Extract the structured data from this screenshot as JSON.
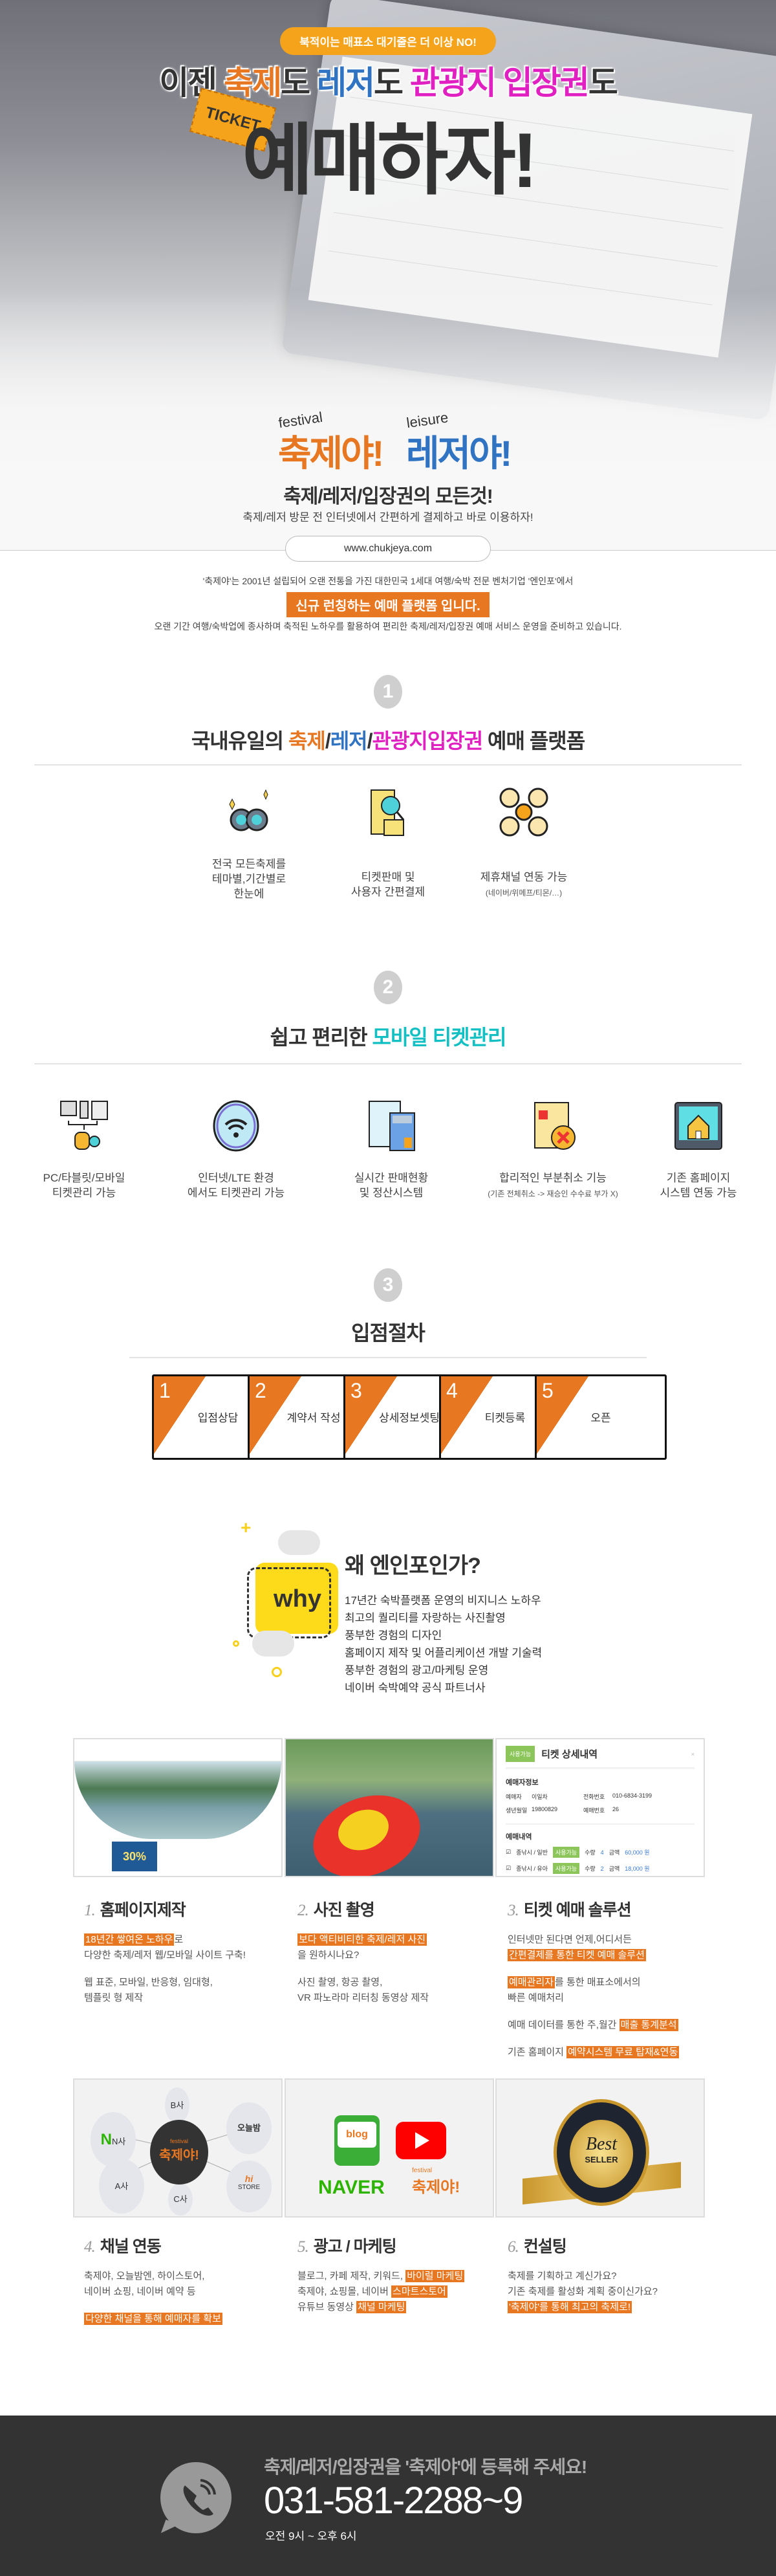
{
  "hero": {
    "pill": "북적이는 매표소 대기줄은 더 이상 NO!",
    "headline": {
      "p1": "이젠 ",
      "festival": "축제",
      "p2": "도 ",
      "leisure": "레저",
      "p3": "도 ",
      "tour": "관광지 입장권",
      "p4": "도"
    },
    "big": "예매하자!",
    "ticket_label": "TICKET",
    "logo_festival": {
      "small": "festival",
      "main": "축제야!"
    },
    "logo_leisure": {
      "small": "leisure",
      "main": "레저야!"
    },
    "title": "축제/레저/입장권의 모든것!",
    "subtitle": "축제/레저 방문 전 인터넷에서 간편하게 결제하고 바로 이용하자!",
    "url": "www.chukjeya.com"
  },
  "intro": {
    "line1": "'축제야'는 2001년 설립되어 오랜 전통을 가진 대한민국 1세대 여행/숙박 전문 벤처기업 '엔인포'에서",
    "banner": "신규 런칭하는 예매 플랫폼 입니다.",
    "line2": "오랜 기간 여행/숙박업에 종사하며 축적된 노하우를 활용하여 편리한 축제/레저/입장권 예매 서비스 운영을 준비하고 있습니다."
  },
  "section1": {
    "number": "1",
    "title": {
      "p1": "국내유일의 ",
      "festival": "축제",
      "s1": "/",
      "leisure": "레저",
      "s2": "/",
      "tour": "관광지입장권",
      "p2": " 예매 플랫폼"
    },
    "features": [
      {
        "icon": "binoculars-icon",
        "label": "전국 모든축제를\n테마별,기간별로\n한눈에"
      },
      {
        "icon": "receipt-search-icon",
        "label": "티켓판매 및\n사용자 간편결제"
      },
      {
        "icon": "network-channels-icon",
        "label": "제휴채널 연동 가능",
        "sub": "(네이버/위메프/티몬/…)"
      }
    ]
  },
  "section2": {
    "number": "2",
    "title": {
      "p1": "쉽고 편리한 ",
      "accent": "모바일 티켓관리"
    },
    "features": [
      {
        "icon": "devices-database-icon",
        "label": "PC/타블릿/모바일\n티켓관리 가능"
      },
      {
        "icon": "wifi-icon",
        "label": "인터넷/LTE 환경\n에서도 티켓관리 가능"
      },
      {
        "icon": "calculator-document-icon",
        "label": "실시간 판매현황\n및 정산시스템"
      },
      {
        "icon": "document-cancel-icon",
        "label": "합리적인 부분취소 기능",
        "sub": "(기존 전체취소 -> 재승인 수수료 부가 X)"
      },
      {
        "icon": "tablet-home-icon",
        "label": "기존 홈페이지\n시스템 연동 가능"
      }
    ]
  },
  "section3": {
    "number": "3",
    "title": "입점절차",
    "steps": [
      {
        "num": "1",
        "label": "입점상담"
      },
      {
        "num": "2",
        "label": "계약서 작성"
      },
      {
        "num": "3",
        "label": "상세정보셋팅"
      },
      {
        "num": "4",
        "label": "티켓등록"
      },
      {
        "num": "5",
        "label": "오픈"
      }
    ]
  },
  "why": {
    "badge": "why",
    "title": "왜 엔인포인가?",
    "items": [
      "17년간 숙박플랫폼 운영의 비지니스 노하우",
      "최고의 퀄리티를 자랑하는 사진촬영",
      "풍부한 경험의 디자인",
      "홈페이지 제작 및 어플리케이션 개발 기술력",
      "풍부한 경험의 광고/마케팅 운영",
      "네이버 숙박예약 공식 파트너사"
    ]
  },
  "ticket_detail": {
    "status": "사용가능",
    "title": "티켓 상세내역",
    "booker_heading": "예매자정보",
    "booker_label": "예매자",
    "booker": "이일차",
    "phone_label": "전화번호",
    "phone": "010-6834-3199",
    "birth_label": "생년월일",
    "birth": "19800829",
    "resv_label": "예매번호",
    "resv": "26",
    "list_heading": "예매내역",
    "items": [
      {
        "name": "종낚시 / 일반",
        "status": "사용가능",
        "qty_label": "수량",
        "qty": "4",
        "amt_label": "금액",
        "amount": "60,000 원"
      },
      {
        "name": "종낚시 / 유아",
        "status": "사용가능",
        "qty_label": "수량",
        "qty": "2",
        "amt_label": "금액",
        "amount": "18,000 원"
      }
    ]
  },
  "services": [
    {
      "num": "1.",
      "title": "홈페이지제작",
      "lines": [
        [
          "hl",
          "18년간 쌓여온 노하우"
        ],
        [
          "t",
          "로"
        ],
        [
          "br"
        ],
        [
          "t",
          "다양한 축제/레저 웹/모바일 사이트 구축!"
        ],
        [
          "gap"
        ],
        [
          "t",
          "웹 표준, 모바일, 반응형, 임대형,"
        ],
        [
          "br"
        ],
        [
          "t",
          "템플릿 형 제작"
        ]
      ]
    },
    {
      "num": "2.",
      "title": "사진 촬영",
      "lines": [
        [
          "hl",
          "보다 액티비티한 축제/레저 사진"
        ],
        [
          "br"
        ],
        [
          "t",
          "을 원하시나요?"
        ],
        [
          "gap"
        ],
        [
          "t",
          "사진 촬영, 항공 촬영,"
        ],
        [
          "br"
        ],
        [
          "t",
          "VR 파노라마 리터칭 동영상 제작"
        ]
      ]
    },
    {
      "num": "3.",
      "title": "티켓 예매 솔루션",
      "lines": [
        [
          "t",
          "인터넷만 된다면 언제,어디서든"
        ],
        [
          "br"
        ],
        [
          "hl",
          "간편결제를 통한 티켓 예매 솔루션"
        ],
        [
          "gap"
        ],
        [
          "hl",
          "예매관리자"
        ],
        [
          "t",
          "를 통한 매표소에서의"
        ],
        [
          "br"
        ],
        [
          "t",
          "빠른 예매처리"
        ],
        [
          "gap"
        ],
        [
          "t",
          "예매 데이터를 통한 주,월간 "
        ],
        [
          "hl",
          "매출 통계분석"
        ],
        [
          "gap"
        ],
        [
          "t",
          "기존 홈페이지 "
        ],
        [
          "hl",
          "예약시스템 무료 탑재&연동"
        ]
      ]
    },
    {
      "num": "4.",
      "title": "채널 연동",
      "lines": [
        [
          "t",
          "축제야, 오늘밤엔, 하이스토어,"
        ],
        [
          "br"
        ],
        [
          "t",
          "네이버 쇼핑, 네이버 예약 등"
        ],
        [
          "gap"
        ],
        [
          "hl",
          "다양한 채널을 통해 예매자를 확보"
        ]
      ]
    },
    {
      "num": "5.",
      "title": "광고 / 마케팅",
      "lines": [
        [
          "t",
          "블로그, 카페 제작, 키워드, "
        ],
        [
          "hl",
          "바이럴 마케팅"
        ],
        [
          "br"
        ],
        [
          "t",
          "축제야, 쇼핑몰, 네이버 "
        ],
        [
          "hl",
          "스마트스토어"
        ],
        [
          "br"
        ],
        [
          "t",
          "유튜브 동영상 "
        ],
        [
          "hl",
          "채널 마케팅"
        ]
      ]
    },
    {
      "num": "6.",
      "title": "컨설팅",
      "lines": [
        [
          "t",
          "축제를 기획하고 계신가요?"
        ],
        [
          "br"
        ],
        [
          "t",
          "기존 축제를 활성화 계획 중이신가요?"
        ],
        [
          "br"
        ],
        [
          "hl",
          "'축제야'를 통해 최고의 축제로!"
        ]
      ]
    }
  ],
  "channels": {
    "center_small": "festival",
    "center": "축제야!",
    "nodes": [
      "B사",
      "N사",
      "오늘밤",
      "A사",
      "C사",
      "STORE"
    ],
    "n_mark": "N",
    "hi": "hi"
  },
  "marketing": {
    "blog": "blog",
    "naver": "NAVER",
    "fest_small": "festival",
    "fest": "축제야!"
  },
  "consult": {
    "best": "Best",
    "seller": "SELLER"
  },
  "homepage_mock": {
    "promo": "30%"
  },
  "footer": {
    "headline": "축제/레저/입장권을 '축제야'에 등록해 주세요!",
    "phone": "031-581-2288~9",
    "hours": "오전 9시 ~ 오후 6시"
  },
  "colors": {
    "orange": "#e87722",
    "blue": "#2f73c2",
    "magenta": "#e020c0",
    "teal": "#12bfc3",
    "pill": "#f5a31a",
    "footer": "#333333"
  }
}
